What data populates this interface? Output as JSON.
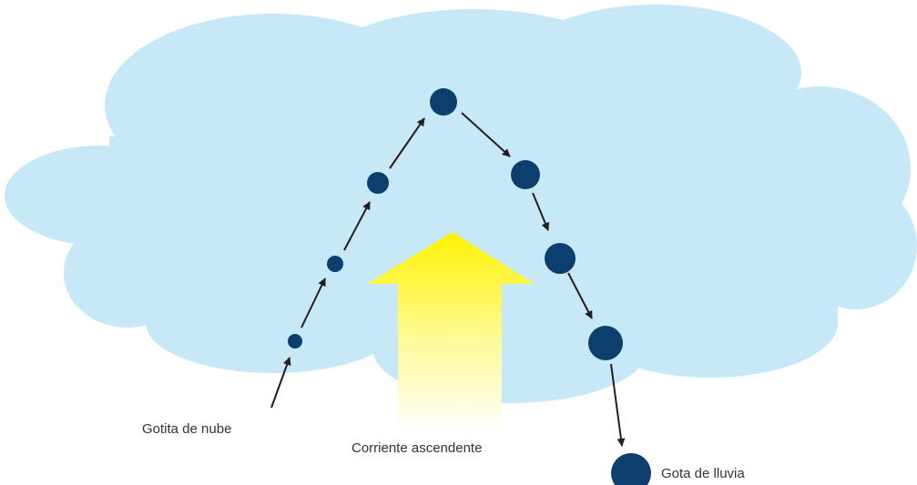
{
  "labels": {
    "cloud_droplet": "Gotita de nube",
    "updraft": "Corriente ascendente",
    "raindrop": "Gota de lluvia"
  },
  "colors": {
    "cloud": "#c6e8f7",
    "droplet": "#0d3f6e",
    "arrow": "#231f20",
    "updraft_top": "#fff200",
    "updraft_bottom": "#ffffff",
    "text": "#333333"
  },
  "icons": {
    "droplet": "circle",
    "updraft": "block-arrow-up"
  }
}
